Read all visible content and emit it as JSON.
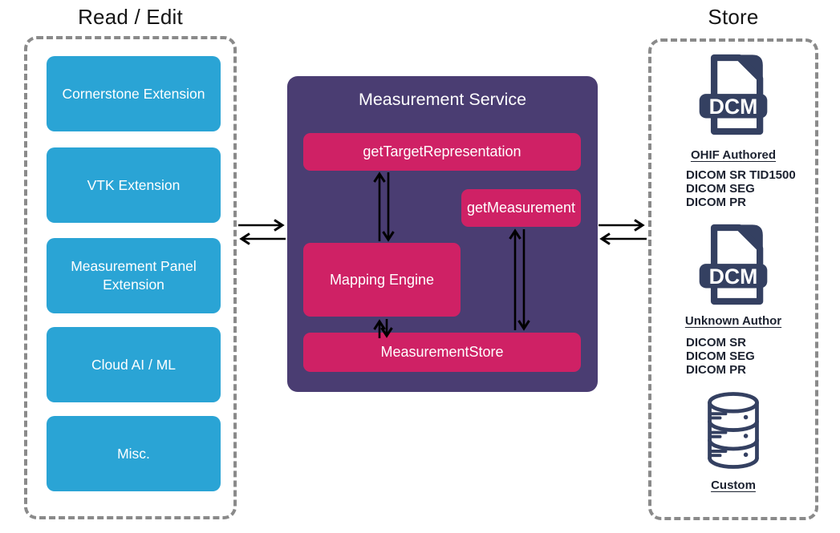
{
  "colors": {
    "blue": "#2AA4D5",
    "purple": "#4A3D72",
    "pink": "#CF2165",
    "navy": "#344061",
    "dash": "#8a8a8a",
    "ink": "#151515"
  },
  "icons": {
    "dcm_label": "DCM"
  },
  "read_edit": {
    "title": "Read / Edit",
    "items": [
      "Cornerstone Extension",
      "VTK Extension",
      "Measurement Panel Extension",
      "Cloud AI / ML",
      "Misc."
    ]
  },
  "service": {
    "title": "Measurement Service",
    "get_target_representation": "getTargetRepresentation",
    "get_measurement": "getMeasurement",
    "mapping_engine": "Mapping Engine",
    "measurement_store": "MeasurementStore"
  },
  "store": {
    "title": "Store",
    "groups": [
      {
        "icon": "dcm-file-icon",
        "label": "OHIF Authored",
        "formats": [
          "DICOM SR TID1500",
          "DICOM SEG",
          "DICOM PR"
        ]
      },
      {
        "icon": "dcm-file-icon",
        "label": "Unknown Author",
        "formats": [
          "DICOM SR",
          "DICOM SEG",
          "DICOM PR"
        ]
      },
      {
        "icon": "database-icon",
        "label": "Custom",
        "formats": []
      }
    ]
  }
}
